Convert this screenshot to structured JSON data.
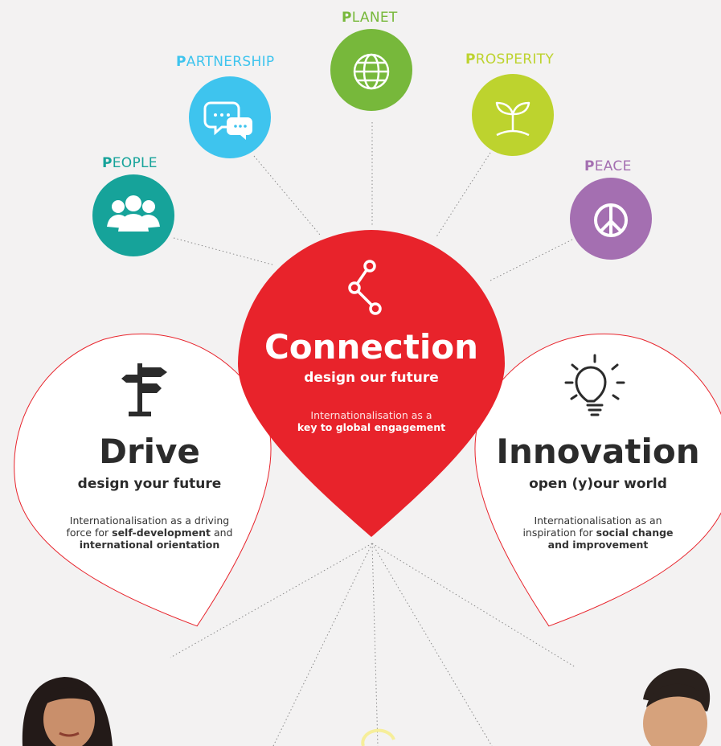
{
  "colors": {
    "background": "#f3f2f2",
    "people": "#16a39a",
    "partnership": "#3ec4ee",
    "planet": "#77b83b",
    "prosperity": "#bdd32e",
    "peace": "#a46fb1",
    "connection": "#e8232b",
    "dark_text": "#2b2b2b"
  },
  "pillars": {
    "people": {
      "initial": "P",
      "rest": "EOPLE",
      "icon": "people-group-icon"
    },
    "partnership": {
      "initial": "P",
      "rest": "ARTNERSHIP",
      "icon": "chat-bubbles-icon"
    },
    "planet": {
      "initial": "P",
      "rest": "LANET",
      "icon": "globe-icon"
    },
    "prosperity": {
      "initial": "P",
      "rest": "ROSPERITY",
      "icon": "sprout-icon"
    },
    "peace": {
      "initial": "P",
      "rest": "EACE",
      "icon": "peace-sign-icon"
    }
  },
  "connection": {
    "icon": "share-nodes-icon",
    "title": "Connection",
    "subtitle": "design our future",
    "desc_plain": "Internationalisation as a",
    "desc_bold": "key to global engagement"
  },
  "drive": {
    "icon": "signpost-icon",
    "title": "Drive",
    "subtitle": "design your future",
    "desc_1": "Internationalisation as a driving force for ",
    "desc_bold_1": "self-development",
    "desc_2": " and ",
    "desc_bold_2": "international orientation"
  },
  "innovation": {
    "icon": "lightbulb-icon",
    "title": "Innovation",
    "subtitle": "open (y)our world",
    "desc_1": "Internationalisation as an inspiration for ",
    "desc_bold_1": "social change and improvement"
  }
}
